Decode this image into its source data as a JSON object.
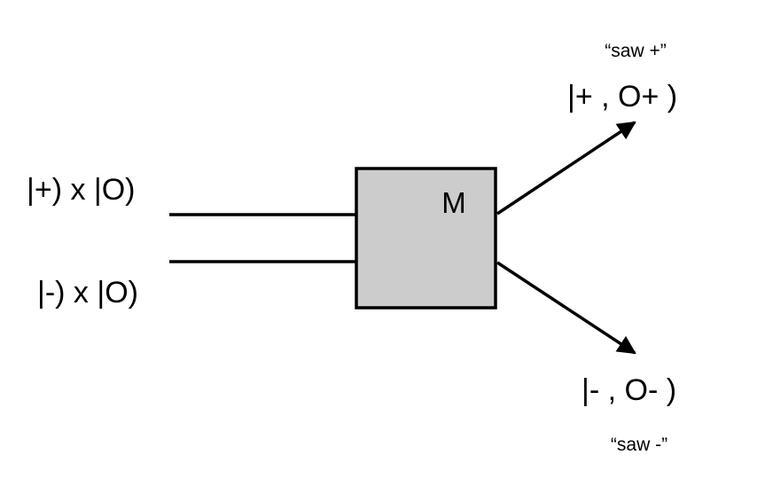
{
  "diagram": {
    "inputs": [
      {
        "label": "|+) x |O)"
      },
      {
        "label": "|-) x |O)"
      }
    ],
    "box": {
      "label": "M",
      "fill_color": "#cccccc"
    },
    "outputs": [
      {
        "caption": "“saw +”",
        "label": "|+ , O+ )"
      },
      {
        "caption": "“saw -”",
        "label": "|- , O- )"
      }
    ],
    "line_color": "#000000"
  }
}
